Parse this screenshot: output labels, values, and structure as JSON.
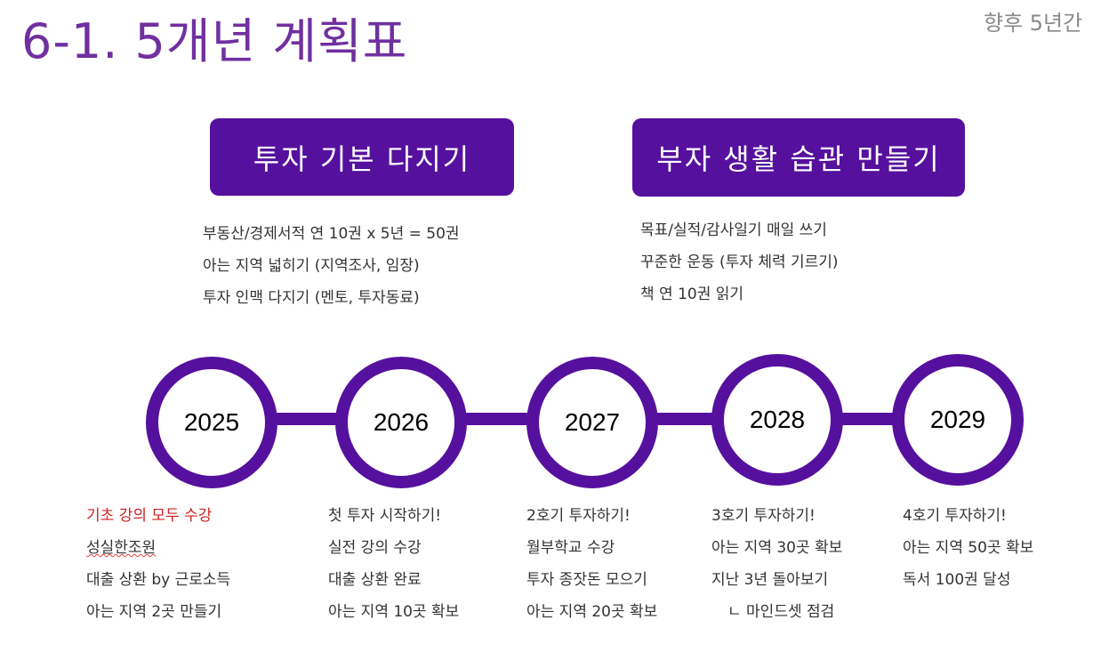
{
  "title": "6-1. 5개년 계획표",
  "subtitle": "향후 5년간",
  "goals": [
    {
      "label": "투자 기본 다지기",
      "items": [
        "부동산/경제서적 연 10권 x 5년 = 50권",
        "아는 지역 넓히기 (지역조사, 임장)",
        "투자 인맥 다지기 (멘토, 투자동료)"
      ]
    },
    {
      "label": "부자 생활 습관 만들기",
      "items": [
        "목표/실적/감사일기 매일 쓰기",
        "꾸준한 운동 (투자 체력 기르기)",
        "책 연 10권 읽기"
      ]
    }
  ],
  "years": [
    {
      "year": "2025",
      "items": [
        "기초 강의 모두 수강",
        "성실한조원",
        "대출 상환 by 근로소득",
        "아는 지역 2곳 만들기"
      ]
    },
    {
      "year": "2026",
      "items": [
        "첫 투자 시작하기!",
        "실전 강의 수강",
        "대출 상환 완료",
        "아는 지역 10곳 확보"
      ]
    },
    {
      "year": "2027",
      "items": [
        "2호기 투자하기!",
        "월부학교 수강",
        "투자 종잣돈 모으기",
        "아는 지역 20곳 확보"
      ]
    },
    {
      "year": "2028",
      "items": [
        "3호기 투자하기!",
        "아는 지역 30곳 확보",
        "지난 3년 돌아보기",
        "ㄴ 마인드셋 점검"
      ]
    },
    {
      "year": "2029",
      "items": [
        "4호기 투자하기!",
        "아는 지역 50곳 확보",
        "독서 100권 달성"
      ]
    }
  ],
  "colors": {
    "accent": "#56109e",
    "title": "#7030a0",
    "highlight": "#d02020"
  }
}
